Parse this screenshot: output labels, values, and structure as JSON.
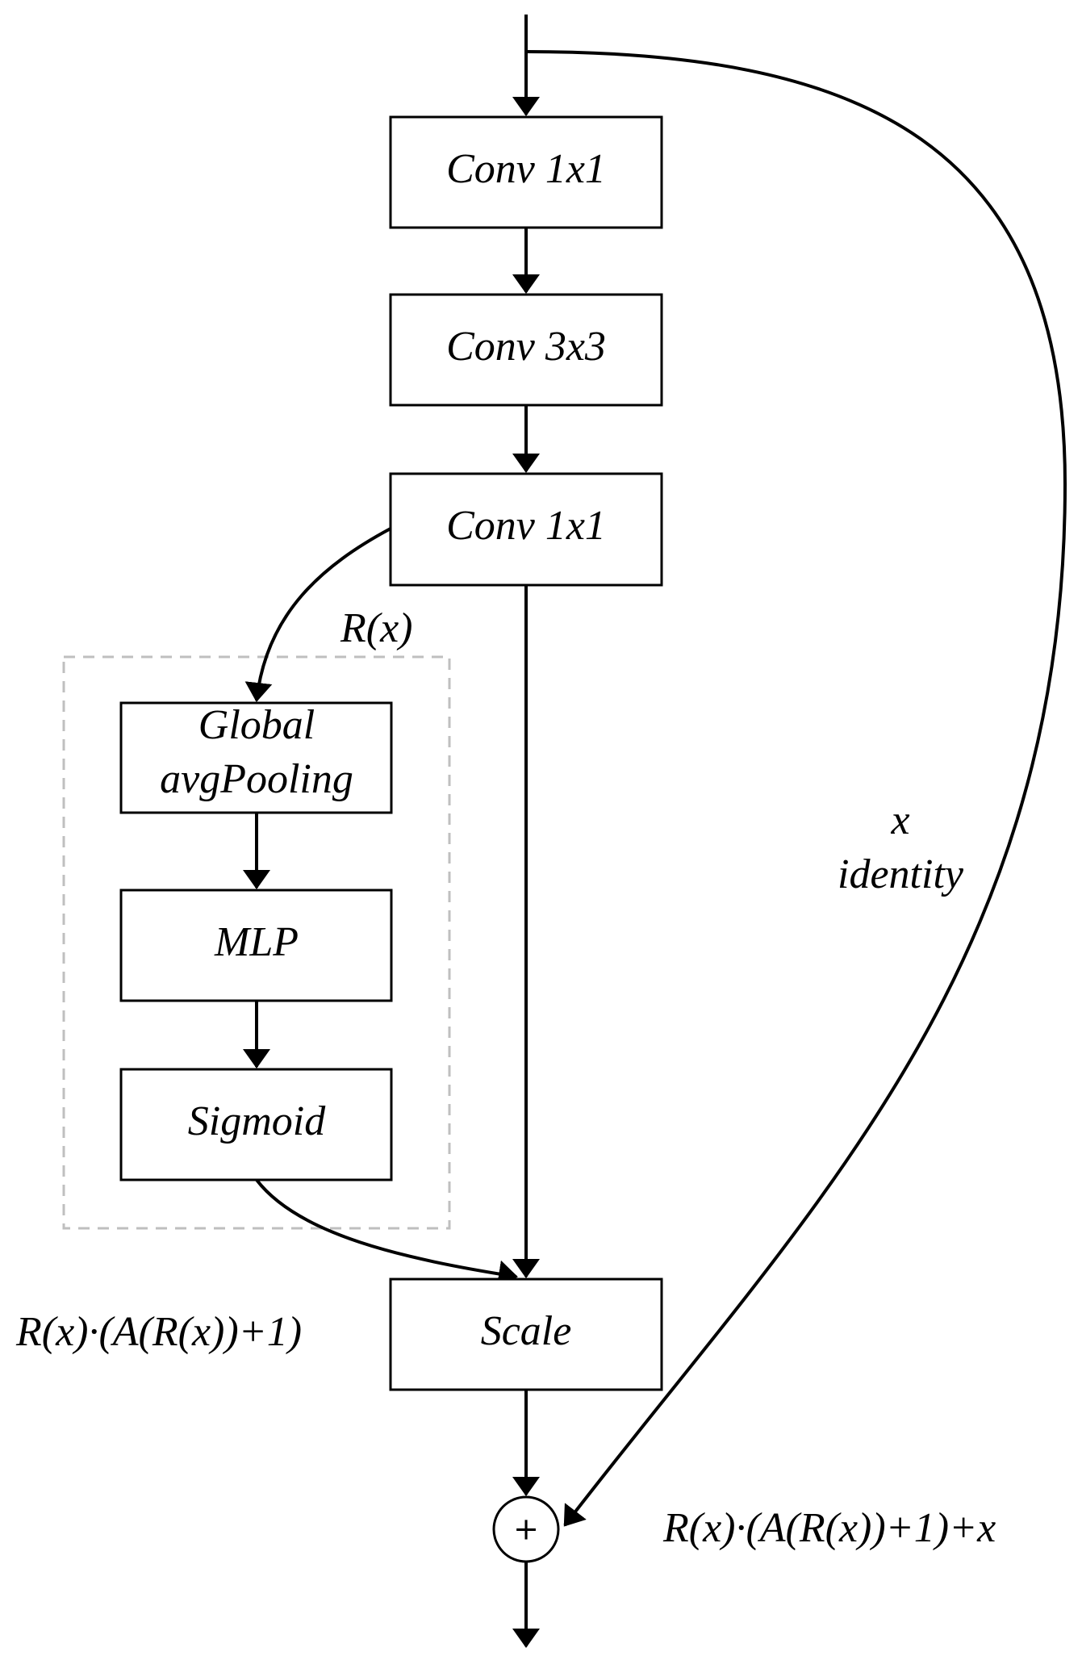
{
  "diagram": {
    "nodes": {
      "conv1": "Conv 1x1",
      "conv3": "Conv 3x3",
      "conv1b": "Conv 1x1",
      "gap_line1": "Global",
      "gap_line2": "avgPooling",
      "mlp": "MLP",
      "sigmoid": "Sigmoid",
      "scale": "Scale",
      "sum": "+"
    },
    "labels": {
      "rx": "R(x)",
      "identity_x": "x",
      "identity": "identity",
      "scaled_output": "R(x)·(A(R(x))+1)",
      "final_output": "R(x)·(A(R(x))+1)+x"
    }
  }
}
